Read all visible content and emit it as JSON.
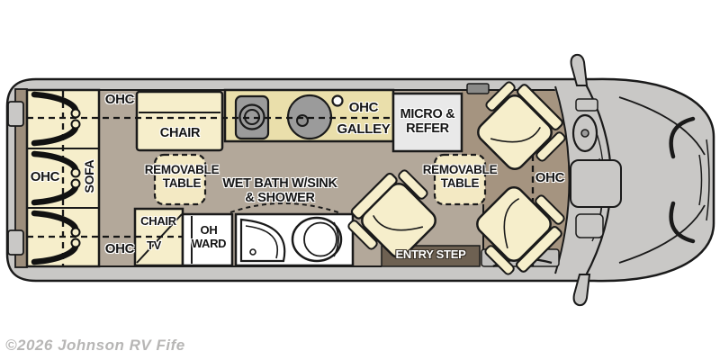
{
  "watermark": "©2026 Johnson RV Fife",
  "labels": {
    "ohc": "OHC",
    "sofa": "SOFA",
    "chair": "CHAIR",
    "tv": "TV",
    "oh_ward": "OH\nWARD",
    "removable_table": "REMOVABLE\nTABLE",
    "galley": "GALLEY",
    "wet_bath": "WET BATH W/SINK\n& SHOWER",
    "micro_refer": "MICRO &\nREFER",
    "entry_step": "ENTRY STEP"
  },
  "colors": {
    "van_body": "#c9c8c6",
    "floor": "#b3a89a",
    "cab_floor": "#a59480",
    "furniture_cream": "#f6eecb",
    "counter": "#eadfab",
    "table_cream": "#f3e9c3",
    "fixture_gray": "#9b9b9b",
    "micro_box": "#e9e9e9",
    "rear_door": "#9d8e7c",
    "entry_step_bg": "#6e6152",
    "outline": "#1a1a1a",
    "watermark": "#b7b6b5"
  }
}
